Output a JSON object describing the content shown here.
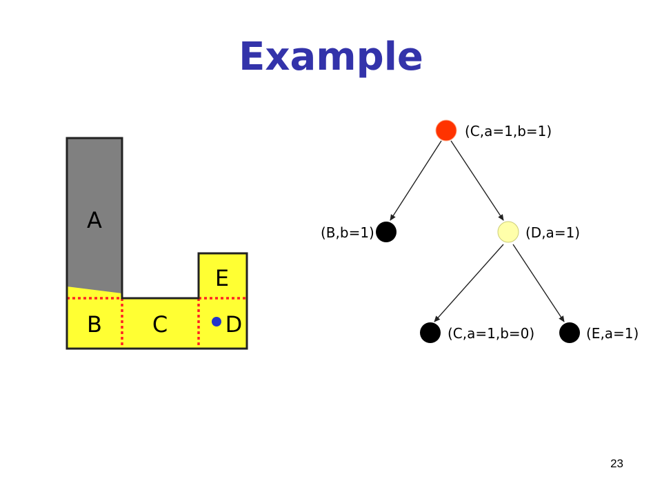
{
  "slide": {
    "title": "Example",
    "page_number": "23"
  },
  "colors": {
    "title": "#3333aa",
    "wall": "#808080",
    "floor": "#ffff33",
    "divider": "#ff2222",
    "outline": "#222222",
    "agent": "#2233cc",
    "root_node": "#ff3300",
    "highlight_node": "#ffffaa",
    "leaf_node": "#000000"
  },
  "map": {
    "regions": [
      {
        "id": "A",
        "label": "A"
      },
      {
        "id": "B",
        "label": "B"
      },
      {
        "id": "C",
        "label": "C"
      },
      {
        "id": "D",
        "label": "D"
      },
      {
        "id": "E",
        "label": "E"
      }
    ]
  },
  "tree": {
    "nodes": [
      {
        "id": "root",
        "label": "(C,a=1,b=1)"
      },
      {
        "id": "left",
        "label": "(B,b=1)"
      },
      {
        "id": "right",
        "label": "(D,a=1)"
      },
      {
        "id": "rl",
        "label": "(C,a=1,b=0)"
      },
      {
        "id": "rr",
        "label": "(E,a=1)"
      }
    ]
  }
}
